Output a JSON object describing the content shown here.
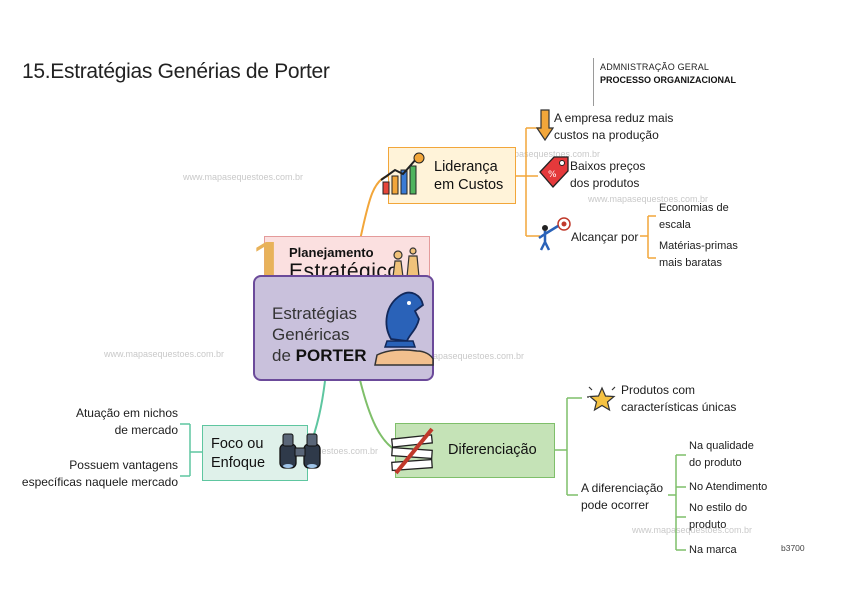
{
  "title": "15.Estratégias Genérias de Porter",
  "header": {
    "line1": "ADMNISTRAÇÃO GERAL",
    "line2": "PROCESSO ORGANIZACIONAL"
  },
  "watermark": "www.mapasequestoes.com.br",
  "center": {
    "badge_number": "1",
    "badge_line1": "Planejamento",
    "badge_line2": "Estratégico",
    "line1": "Estratégias",
    "line2": "Genéricas",
    "line3_prefix": "de",
    "line3_bold": "PORTER"
  },
  "lideranca": {
    "line1": "Liderança",
    "line2": "em Custos",
    "item1_line1": "A empresa reduz mais",
    "item1_line2": "custos na produção",
    "item2_line1": "Baixos preços",
    "item2_line2": "dos produtos",
    "item3": "Alcançar por",
    "sub1_line1": "Economias de",
    "sub1_line2": "escala",
    "sub2_line1": "Matérias-primas",
    "sub2_line2": "mais baratas"
  },
  "diferenciacao": {
    "label": "Diferenciação",
    "item1_line1": "Produtos com",
    "item1_line2": "características únicas",
    "item2_line1": "A diferenciação",
    "item2_line2": "pode ocorrer",
    "sub1_line1": "Na qualidade",
    "sub1_line2": "do produto",
    "sub2": "No Atendimento",
    "sub3_line1": "No estilo do",
    "sub3_line2": "produto",
    "sub4": "Na marca"
  },
  "foco": {
    "line1": "Foco ou",
    "line2": "Enfoque",
    "item1_line1": "Atuação em nichos",
    "item1_line2": "de mercado",
    "item2_line1": "Possuem vantagens",
    "item2_line2": "específicas naquele mercado"
  },
  "code": "b3700",
  "colors": {
    "lideranca_border": "#f2a63a",
    "lideranca_fill": "#fff3d9",
    "diferenciacao_border": "#7fbf6a",
    "diferenciacao_fill": "#c5e3b7",
    "foco_border": "#5ec6a0",
    "foco_fill": "#dff1ea",
    "center_border": "#6b4a9a",
    "center_fill": "#c9c1dc",
    "badge_fill": "#fbe0e0"
  },
  "icons": [
    "bar-chart-growth-icon",
    "arrow-down-icon",
    "price-tag-icon",
    "target-person-icon",
    "chess-pieces-icon",
    "chess-knight-hand-icon",
    "star-icon",
    "crossed-bars-icon",
    "binoculars-icon"
  ]
}
